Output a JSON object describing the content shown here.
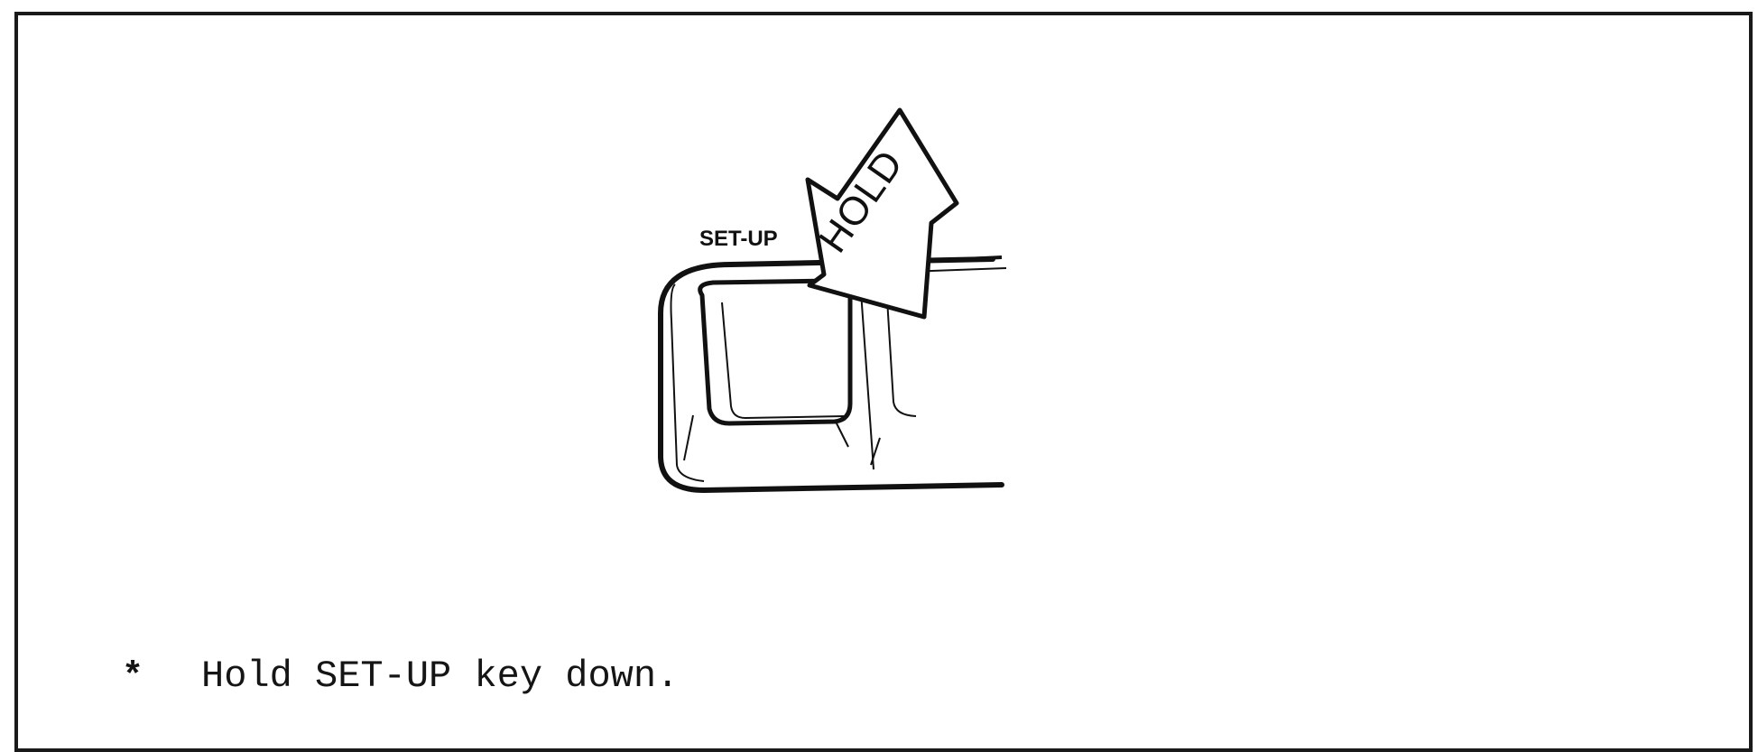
{
  "figure": {
    "key_label": "SET-UP",
    "arrow_label": "HOLD",
    "arrow_icon": "hold-arrow-icon",
    "key_icon": "keyboard-key-icon"
  },
  "instruction": {
    "bullet": "*",
    "text": "Hold SET-UP key down."
  },
  "colors": {
    "ink": "#111111",
    "paper": "#ffffff"
  }
}
